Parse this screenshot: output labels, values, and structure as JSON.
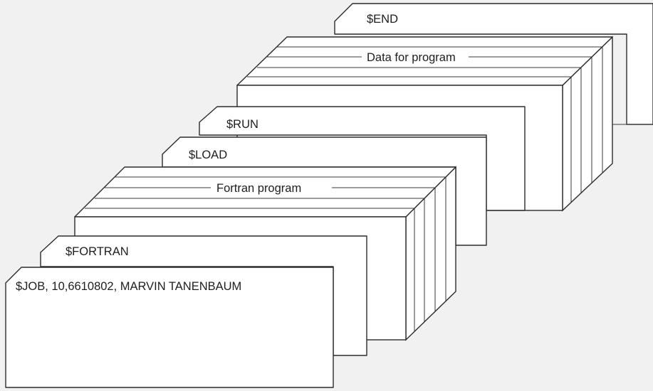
{
  "cards": {
    "end": "$END",
    "data": "Data for program",
    "run": "$RUN",
    "load": "$LOAD",
    "fortran_program": "Fortran program",
    "fortran": "$FORTRAN",
    "job": "$JOB, 10,6610802, MARVIN TANENBAUM"
  }
}
